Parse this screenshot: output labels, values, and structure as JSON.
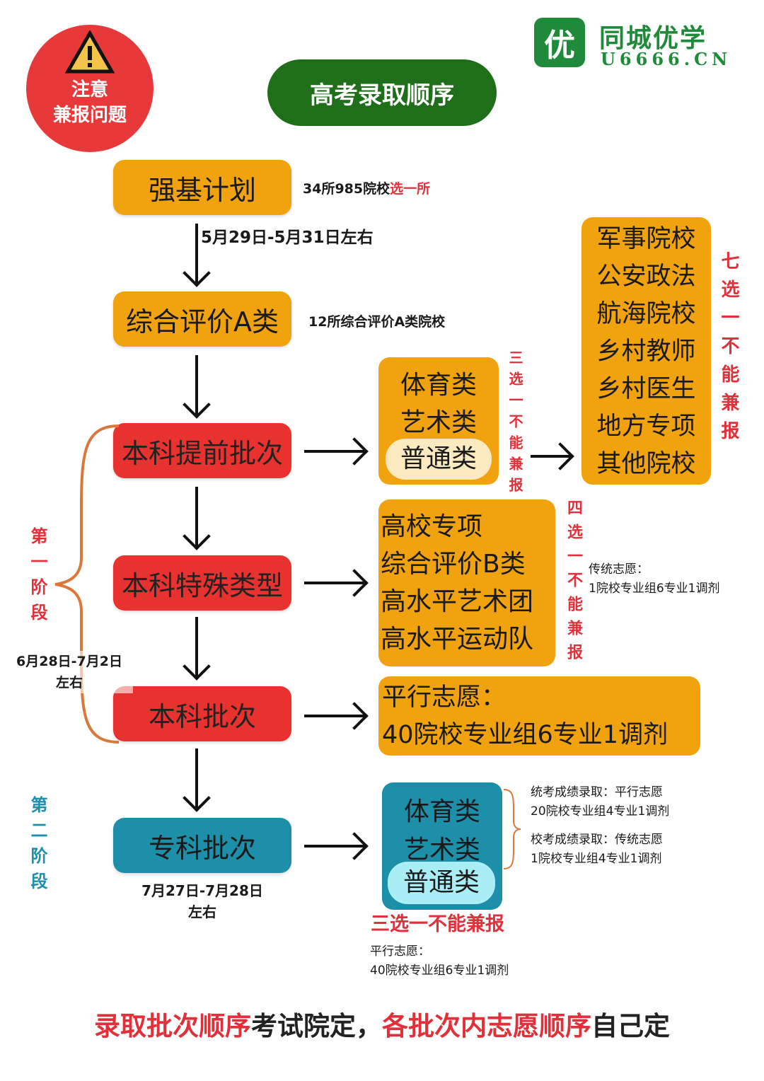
{
  "warning": {
    "line1": "注意",
    "line2": "兼报问题"
  },
  "title": "高考录取顺序",
  "logo": {
    "name": "同城优学",
    "url": "U6666.CN",
    "mark": "优"
  },
  "flow": {
    "qiangji": {
      "label": "强基计划",
      "note_black": "34所985院校",
      "note_red": "选一所",
      "date": "5月29日-5月31日左右"
    },
    "zonghe_a": {
      "label": "综合评价A类",
      "note": "12所综合评价A类院校"
    },
    "tiqian": {
      "label": "本科提前批次",
      "options": [
        "体育类",
        "艺术类",
        "普通类"
      ],
      "rule": "三选一不能兼报",
      "sub_options": [
        "军事院校",
        "公安政法",
        "航海院校",
        "乡村教师",
        "乡村医生",
        "地方专项",
        "其他院校"
      ],
      "sub_rule": "七选一不能兼报"
    },
    "teshu": {
      "label": "本科特殊类型",
      "options": [
        "高校专项",
        "综合评价B类",
        "高水平艺术团",
        "高水平运动队"
      ],
      "rule": "四选一不能兼报",
      "note_title": "传统志愿：",
      "note": "1院校专业组6专业1调剂"
    },
    "benke": {
      "label": "本科批次",
      "line1": "平行志愿：",
      "line2": "40院校专业组6专业1调剂"
    },
    "zhuanke": {
      "label": "专科批次",
      "date1": "7月27日-7月28日",
      "date2": "左右",
      "options": [
        "体育类",
        "艺术类",
        "普通类"
      ],
      "rule": "三选一不能兼报",
      "art_note1": "统考成绩录取：平行志愿",
      "art_note2": "20院校专业组4专业1调剂",
      "art_note3": "校考成绩录取：传统志愿",
      "art_note4": "1院校专业组4专业1调剂",
      "normal_note1": "平行志愿：",
      "normal_note2": "40院校专业组6专业1调剂"
    }
  },
  "stage1": {
    "label": "第一阶段",
    "date1": "6月28日-7月2日",
    "date2": "左右"
  },
  "stage2": {
    "label": "第二阶段"
  },
  "footer": {
    "p1": "录取批次顺序",
    "p2": "考试院定，",
    "p3": "各批次内志愿顺序",
    "p4": "自己定"
  },
  "colors": {
    "orange": "#f0a30f",
    "red": "#e8322f",
    "teal": "#1e8fa8",
    "green": "#1f6e1a"
  }
}
